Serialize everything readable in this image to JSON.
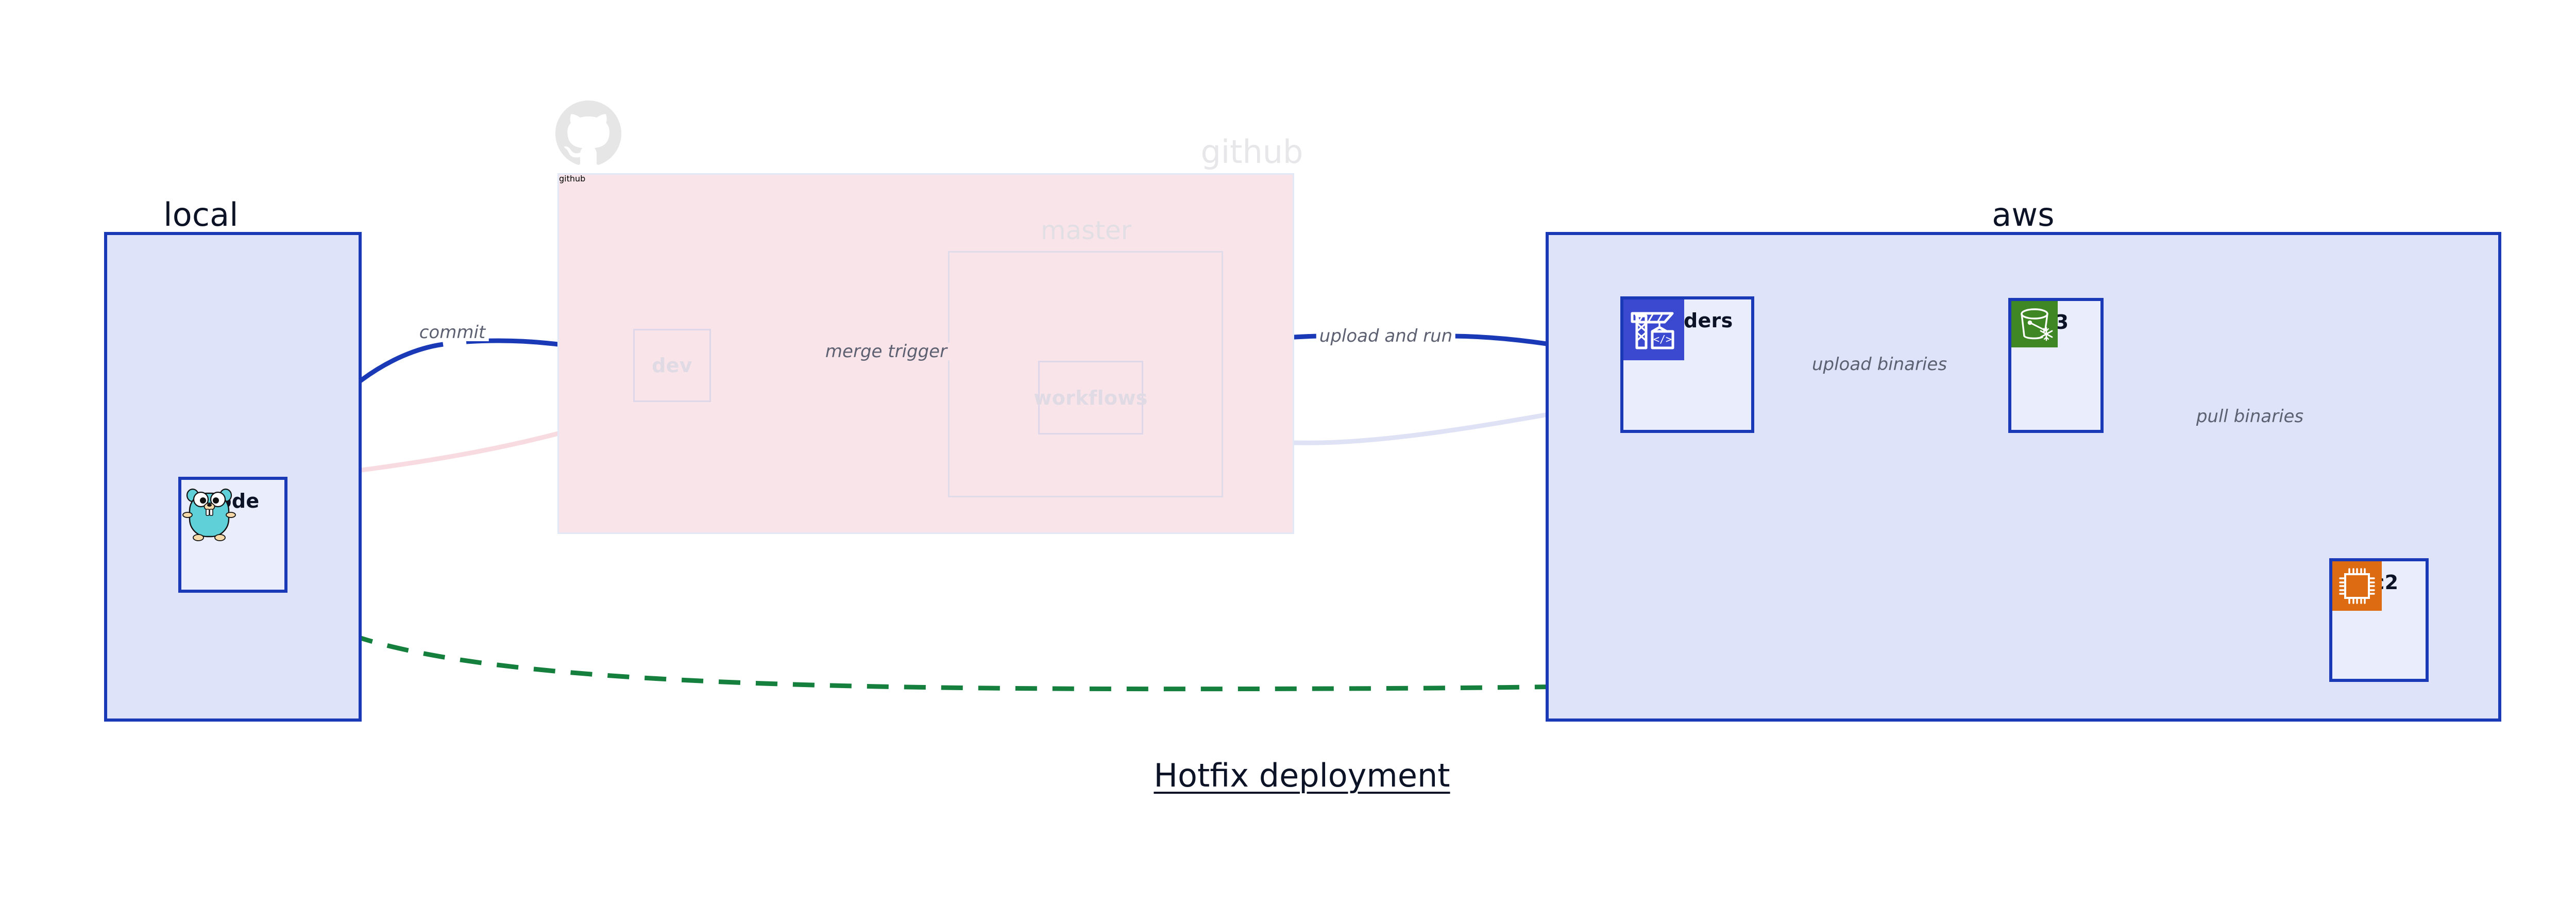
{
  "diagram": {
    "title": "Hotfix deployment",
    "colors": {
      "active_border": "#1939b7",
      "active_fill": "#dee3fa",
      "node_fill": "#eaeefc",
      "faded_zone_fill": "#f9e4e9",
      "faded_stroke": "#ded7e9",
      "edge_active": "#1939b7",
      "edge_faded_pink": "#f7dbe1",
      "edge_faded_blue": "#dfe2f4",
      "edge_dashed_green": "#15803d",
      "label_text": "#5c6070",
      "faded_text": "#e0dae4",
      "title_text": "#0d1326"
    },
    "zones": [
      {
        "id": "local",
        "label": "local",
        "state": "active"
      },
      {
        "id": "github",
        "label": "github",
        "state": "faded"
      },
      {
        "id": "aws",
        "label": "aws",
        "state": "active"
      }
    ],
    "subzones": [
      {
        "id": "master",
        "label": "master",
        "parent": "github",
        "state": "faded"
      }
    ],
    "nodes": [
      {
        "id": "code",
        "label": "code",
        "zone": "local",
        "state": "active",
        "icon": "go-gopher-icon"
      },
      {
        "id": "dev",
        "label": "dev",
        "zone": "github",
        "state": "faded",
        "icon": "none"
      },
      {
        "id": "workflows",
        "label": "workflows",
        "zone": "master",
        "state": "faded",
        "icon": "none"
      },
      {
        "id": "builders",
        "label": "builders",
        "zone": "aws",
        "state": "active",
        "icon": "aws-codebuild-crane-icon"
      },
      {
        "id": "s3",
        "label": "s3",
        "zone": "aws",
        "state": "active",
        "icon": "aws-s3-bucket-icon"
      },
      {
        "id": "ec2",
        "label": "ec2",
        "zone": "aws",
        "state": "active",
        "icon": "aws-ec2-chip-icon"
      }
    ],
    "edges": [
      {
        "id": "commit",
        "from": "code",
        "to": "dev",
        "label": "commit",
        "style": "solid-blue"
      },
      {
        "id": "merge-trigger",
        "from": "dev",
        "to": "workflows",
        "label": "merge trigger",
        "style": "solid-blue"
      },
      {
        "id": "upload-and-run",
        "from": "workflows",
        "to": "builders",
        "label": "upload and run",
        "style": "solid-blue"
      },
      {
        "id": "upload-binaries",
        "from": "builders",
        "to": "s3",
        "label": "upload binaries",
        "style": "solid-blue"
      },
      {
        "id": "pull-binaries",
        "from": "s3",
        "to": "ec2",
        "label": "pull binaries",
        "style": "solid-blue"
      },
      {
        "id": "hotfix-direct",
        "from": "code",
        "to": "ec2",
        "label": "",
        "style": "dashed-green"
      },
      {
        "id": "faded-back-1",
        "from": "code",
        "to": "dev",
        "label": "",
        "style": "faded-pink"
      },
      {
        "id": "faded-back-2",
        "from": "dev",
        "to": "workflows",
        "label": "",
        "style": "faded-lilac"
      },
      {
        "id": "faded-back-3",
        "from": "workflows",
        "to": "builders",
        "label": "",
        "style": "faded-blue"
      }
    ],
    "logos": [
      {
        "id": "github-octocat-logo",
        "zone": "github",
        "state": "faded"
      }
    ]
  }
}
